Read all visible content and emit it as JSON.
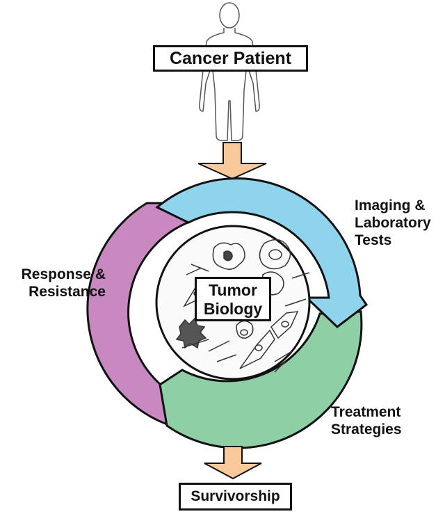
{
  "patient_label": "Cancer Patient",
  "center_label": {
    "line1": "Tumor",
    "line2": "Biology"
  },
  "cycle_steps": {
    "imaging": {
      "line1": "Imaging &",
      "line2": "Laboratory",
      "line3": "Tests",
      "color": "#8fd3ec"
    },
    "treatment": {
      "line1": "Treatment",
      "line2": "Strategies",
      "color": "#8fcfa5"
    },
    "response": {
      "line1": "Response &",
      "line2": "Resistance",
      "color": "#c888c0"
    }
  },
  "outcome_label": "Survivorship",
  "flow_arrow_color": "#f8c99a"
}
